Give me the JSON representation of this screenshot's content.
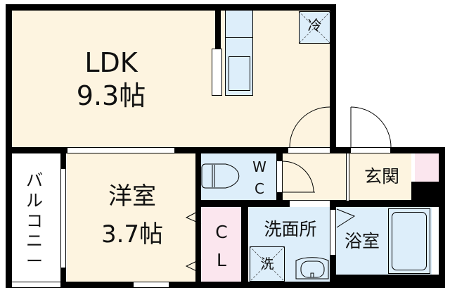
{
  "floor_plan": {
    "rooms": [
      {
        "id": "ldk",
        "name": "LDK",
        "size": "9.3帖"
      },
      {
        "id": "western",
        "name": "洋室",
        "size": "3.7帖"
      },
      {
        "id": "balcony",
        "name": "バルコニー"
      },
      {
        "id": "closet",
        "name_line1": "C",
        "name_line2": "L"
      },
      {
        "id": "toilet",
        "name_line1": "W",
        "name_line2": "C"
      },
      {
        "id": "entrance",
        "name": "玄関"
      },
      {
        "id": "washroom",
        "name": "洗面所"
      },
      {
        "id": "bathroom",
        "name": "浴室"
      }
    ],
    "fixtures": {
      "fridge_label": "冷",
      "washer_label": "洗"
    },
    "colors": {
      "floor": "#fdf4e0",
      "wet_area": "#ddeefa",
      "closet": "#fbe6ee",
      "wall": "#000000"
    }
  }
}
